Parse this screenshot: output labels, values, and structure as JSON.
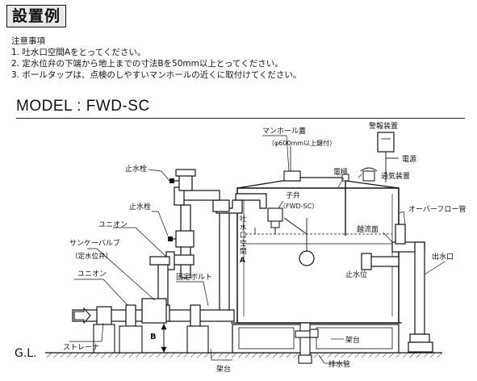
{
  "title": "設置例",
  "notes": {
    "heading": "注意事項",
    "items": [
      "1. 吐水口空間Aをとってください。",
      "2. 定水位弁の下端から地上までの寸法Bを50mm以上とってください。",
      "3. ボールタップは、点検のしやすいマンホールの近くに取付けてください。"
    ]
  },
  "model": "MODEL : FWD-SC",
  "labels": {
    "manhole_cover": "マンホール蓋",
    "manhole_spec": "（φ600mm以上鍵付）",
    "alarm": "警報装置",
    "power": "電源",
    "electrode": "電極",
    "vent": "通気装置",
    "overflow_pipe": "オーバーフロー管",
    "overflow_surface": "越流面",
    "outlet": "出水口",
    "stop_level": "止水位",
    "sub_valve": "子弁",
    "sub_valve_model": "（FWD-SC）",
    "air_gap_v1": "吐",
    "air_gap_v2": "水",
    "air_gap_v3": "口",
    "air_gap_v4": "空",
    "air_gap_v5": "間",
    "air_gap_a": "A",
    "faucet_top": "止水栓",
    "faucet_mid": "止水栓",
    "union_top": "ユニオン",
    "sanke_valve": "サンケーバルブ",
    "sanke_sub": "（定水位弁）",
    "union_bottom": "ユニオン",
    "fix_bolt": "固定ボルト",
    "strainer": "ストレーナ",
    "dim_b": "B",
    "gl": "G.L.",
    "stand_left": "架台",
    "stand_right": "架台",
    "drain": "排水管"
  }
}
